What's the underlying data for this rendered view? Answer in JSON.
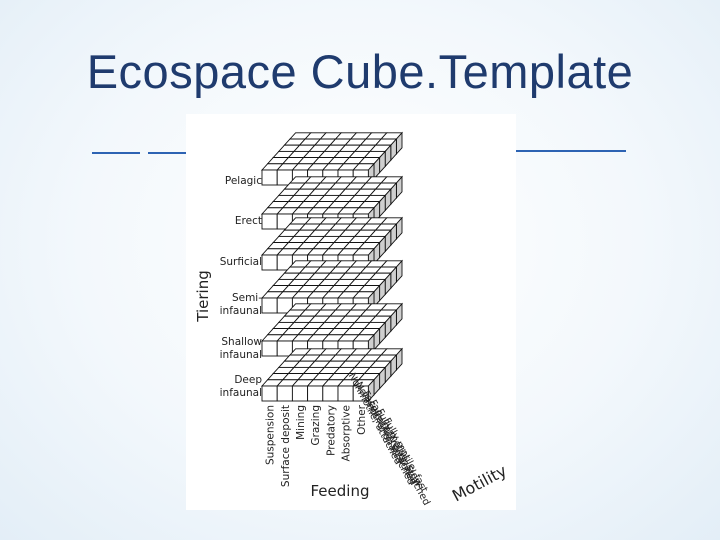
{
  "slide": {
    "title": "Ecospace Cube.Template"
  },
  "figure": {
    "tiering_axis_label": "Tiering",
    "feeding_axis_label": "Feeding",
    "motility_axis_label": "Motility",
    "tiering_levels": [
      [
        "Pelagic"
      ],
      [
        "Erect"
      ],
      [
        "Surficial"
      ],
      [
        "Semi-",
        "infaunal"
      ],
      [
        "Shallow",
        "infaunal"
      ],
      [
        "Deep",
        "infaunal"
      ]
    ],
    "feeding_categories": [
      "Suspension",
      "Surface deposit",
      "Mining",
      "Grazing",
      "Predatory",
      "Absorptive",
      "Other"
    ],
    "motility_categories": [
      "Nonmotile, attached",
      "Nonmotile, unattached",
      "Facultative, attached",
      "Facultative, unattached",
      "Fully motile, slow",
      "Fully motile, fast"
    ]
  }
}
